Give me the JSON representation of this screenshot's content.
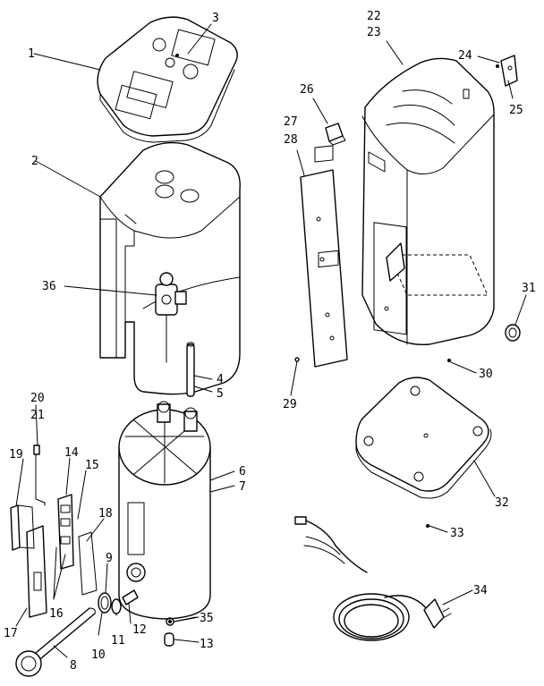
{
  "part_labels": [
    "1",
    "2",
    "3",
    "4",
    "5",
    "6",
    "7",
    "8",
    "9",
    "10",
    "11",
    "12",
    "13",
    "14",
    "15",
    "16",
    "17",
    "18",
    "19",
    "20",
    "21",
    "22",
    "23",
    "24",
    "25",
    "26",
    "27",
    "28",
    "29",
    "30",
    "31",
    "32",
    "33",
    "34",
    "35",
    "36"
  ]
}
